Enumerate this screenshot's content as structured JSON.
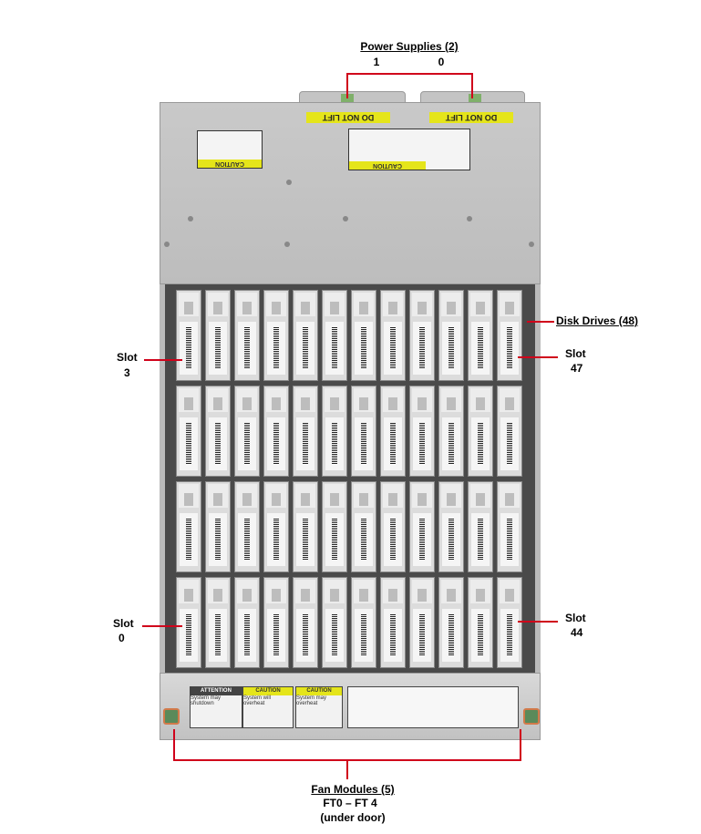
{
  "callouts": {
    "power_supplies": {
      "title": "Power Supplies (2)",
      "left": "1",
      "right": "0"
    },
    "disk_drives": {
      "title": "Disk Drives (48)"
    },
    "slot_3": {
      "line1": "Slot",
      "line2": "3"
    },
    "slot_47": {
      "line1": "Slot",
      "line2": "47"
    },
    "slot_0": {
      "line1": "Slot",
      "line2": "0"
    },
    "slot_44": {
      "line1": "Slot",
      "line2": "44"
    },
    "fan_modules": {
      "title": "Fan Modules (5)",
      "line2": "FT0 – FT 4",
      "line3": "(under door)"
    }
  },
  "chassis": {
    "psu_label": "DO NOT LIFT",
    "caution_label": "CAUTION",
    "door_stickers": [
      "ATTENTION",
      "CAUTION",
      "CAUTION"
    ],
    "door_sticker_text": [
      "System may shutdown",
      "System will overheat",
      "System may overheat"
    ],
    "drive_columns": 12,
    "drive_rows": 4
  },
  "colors": {
    "callout_line": "#d0021b",
    "warning_yellow": "#e5e51a",
    "latch_orange": "#d27a4a"
  }
}
